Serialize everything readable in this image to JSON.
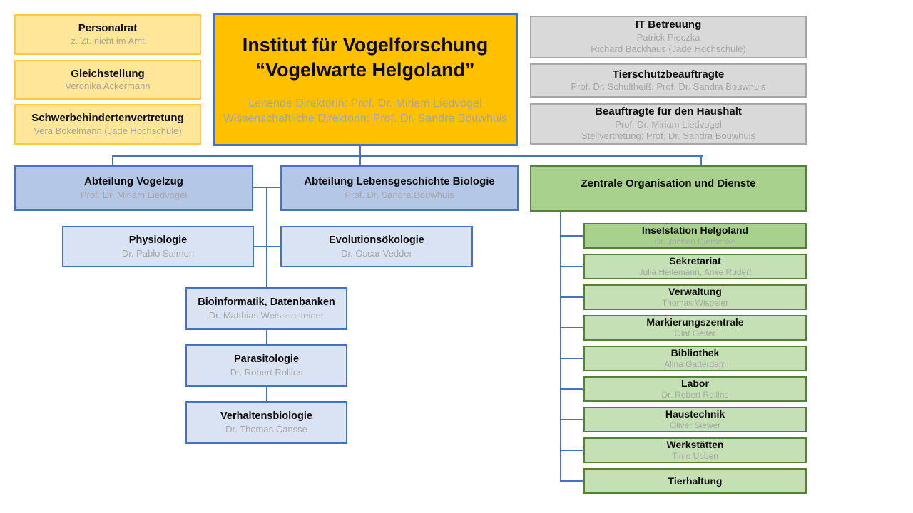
{
  "org": {
    "institute": {
      "title_line1": "Institut für Vogelforschung",
      "title_line2": "“Vogelwarte Helgoland”",
      "director_line1": "Leitende Direktorin: Prof. Dr. Miriam Liedvogel",
      "director_line2": "Wissenschaftliche Direktorin: Prof. Dr. Sandra Bouwhuis"
    },
    "committees": [
      {
        "title": "Personalrat",
        "subtitle": "z. Zt. nicht im Amt"
      },
      {
        "title": "Gleichstellung",
        "subtitle": "Veronika Ackermann"
      },
      {
        "title": "Schwerbehindertenvertretung",
        "subtitle": "Vera Bokelmann (Jade Hochschule)"
      }
    ],
    "support": [
      {
        "title": "IT Betreuung",
        "lines": [
          "Patrick Pieczka",
          "Richard Backhaus (Jade Hochschule)"
        ]
      },
      {
        "title": "Tierschutzbeauftragte",
        "lines": [
          "Prof. Dr. Schultheiß, Prof. Dr. Sandra Bouwhuis",
          ""
        ]
      },
      {
        "title": "Beauftragte für den Haushalt",
        "lines": [
          "Prof. Dr. Miriam Liedvogel",
          "Stellvertretung: Prof. Dr. Sandra Bouwhuis"
        ]
      }
    ],
    "departments": [
      {
        "title": "Abteilung Vogelzug",
        "subtitle": "Prof. Dr. Miriam Liedvogel"
      },
      {
        "title": "Abteilung Lebensgeschichte Biologie",
        "subtitle": "Prof. Dr. Sandra Bouwhuis"
      }
    ],
    "research_groups": [
      {
        "title": "Physiologie",
        "subtitle": "Dr. Pablo Salmon"
      },
      {
        "title": "Evolutionsökologie",
        "subtitle": "Dr. Oscar Vedder"
      },
      {
        "title": "Bioinformatik, Datenbanken",
        "subtitle": "Dr. Matthias Weissensteiner"
      },
      {
        "title": "Parasitologie",
        "subtitle": "Dr. Robert Rollins"
      },
      {
        "title": "Verhaltensbiologie",
        "subtitle": "Dr. Thomas Cansse"
      }
    ],
    "central": {
      "header_title": "Zentrale Organisation und Dienste",
      "units": [
        {
          "title": "Inselstation Helgoland",
          "subtitle": "Dr. Jochen Dierschke"
        },
        {
          "title": "Sekretariat",
          "subtitle": "Julia Heilemann, Anke Rudert"
        },
        {
          "title": "Verwaltung",
          "subtitle": "Thomas Wispeler"
        },
        {
          "title": "Markierungszentrale",
          "subtitle": "Olaf Geiter"
        },
        {
          "title": "Bibliothek",
          "subtitle": "Alina Gatterdam"
        },
        {
          "title": "Labor",
          "subtitle": "Dr. Robert Rollins"
        },
        {
          "title": "Haustechnik",
          "subtitle": "Oliver Siewer"
        },
        {
          "title": "Werkstätten",
          "subtitle": "Timo Ubben"
        },
        {
          "title": "Tierhaltung",
          "subtitle": ""
        }
      ]
    },
    "colors": {
      "yellow_fill": "#FFE699",
      "yellow_border": "#FFC941",
      "orange_fill": "#FFC000",
      "gray_fill": "#D9D9D9",
      "gray_border": "#A6A6A6",
      "blue_dark_fill": "#B4C7E7",
      "blue_light_fill": "#DAE3F3",
      "blue_border": "#4472C4",
      "green_dark_fill": "#A9D18E",
      "green_light_fill": "#C5E0B4",
      "green_border": "#538135",
      "connector": "#4472C4",
      "subtitle_text": "#A6A6A6"
    }
  }
}
